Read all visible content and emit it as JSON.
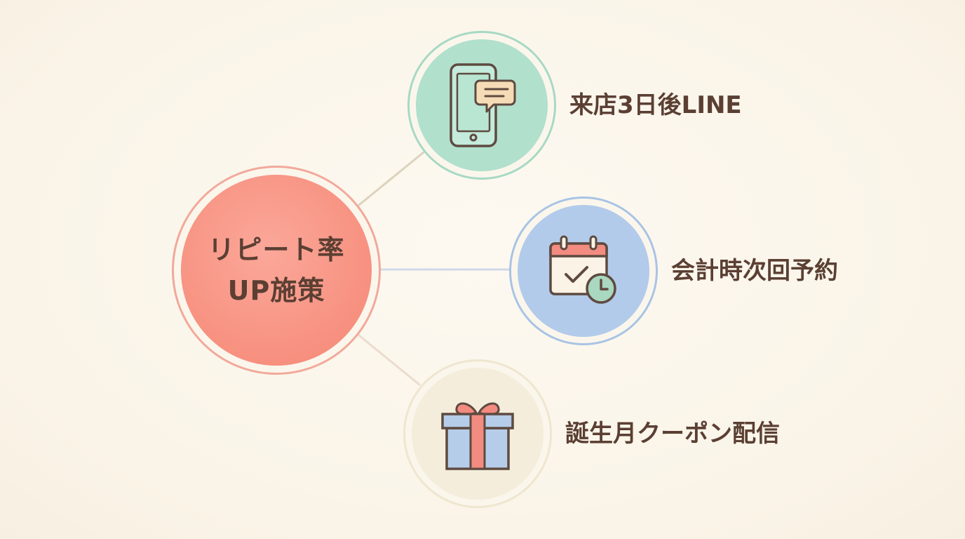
{
  "hub": {
    "line1": "リピート率",
    "line2": "UP施策"
  },
  "branches": [
    {
      "label": "来店3日後LINE",
      "icon": "smartphone-chat-icon",
      "color": "#b1e0cd"
    },
    {
      "label": "会計時次回予約",
      "icon": "calendar-clock-icon",
      "color": "#b3cbea"
    },
    {
      "label": "誕生月クーポン配信",
      "icon": "gift-box-icon",
      "color": "#f4eddb"
    }
  ],
  "colors": {
    "background": "#fbf6ec",
    "hub": "#f7907f",
    "text": "#5b3f33",
    "icon_stroke": "#5e4a40",
    "gift_ribbon": "#f28b80",
    "gift_box": "#b6cdea"
  }
}
